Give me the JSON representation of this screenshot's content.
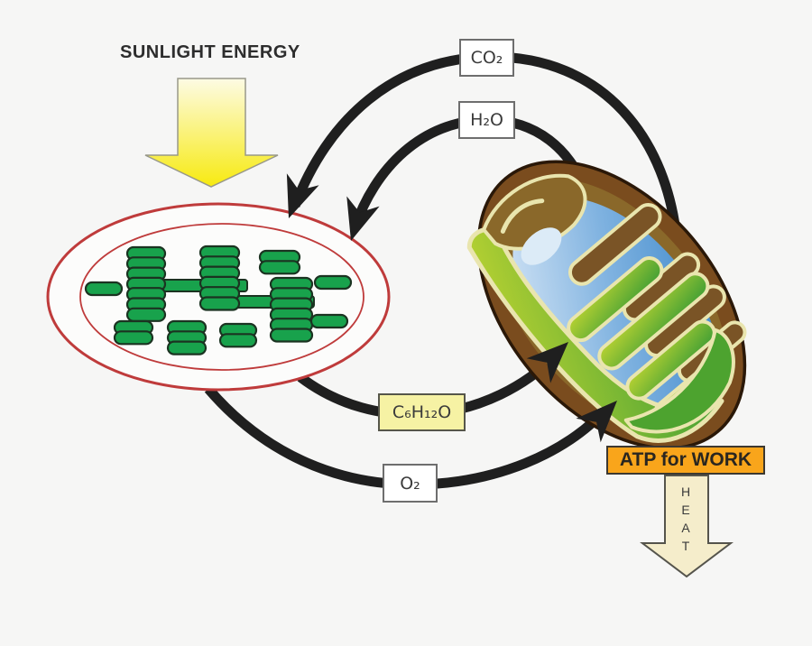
{
  "title": "SUNLIGHT ENERGY",
  "cycle_labels": {
    "co2": "CO₂",
    "h2o": "H₂O",
    "glucose": "C₆H₁₂O",
    "o2": "O₂"
  },
  "outputs": {
    "atp": "ATP for WORK",
    "heat": "HEAT"
  },
  "icons": {
    "sunlight_arrow": "down-arrow-yellow",
    "heat_arrow": "down-arrow-cream",
    "chloroplast": "chloroplast-illustration",
    "mitochondrion": "mitochondrion-illustration"
  },
  "colors": {
    "background": "#f6f6f5",
    "cycle_arrow": "#1f1f1f",
    "chloroplast_membrane": "#bf3b3b",
    "granum_green": "#18a24c",
    "sunlight_arrow_yellow": "#f7ea10",
    "atp_box_orange": "#f9a51b",
    "glucose_box_yellow": "#f6f2a4",
    "heat_arrow_cream": "#f5edcb",
    "mito_outer_brown": "#7a4c1e",
    "mito_matrix_blue": "#3f85c9",
    "mito_cristae_green": "#55a736",
    "mito_outline_cream": "#e9e5ae"
  }
}
